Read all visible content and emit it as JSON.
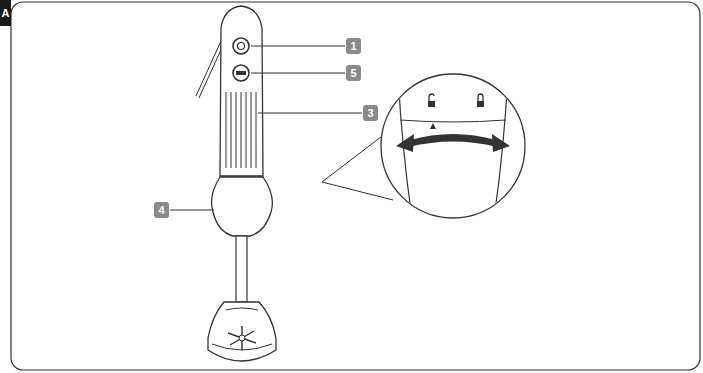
{
  "diagram": {
    "labels": [
      "A",
      "1",
      "5",
      "3",
      "4"
    ]
  }
}
